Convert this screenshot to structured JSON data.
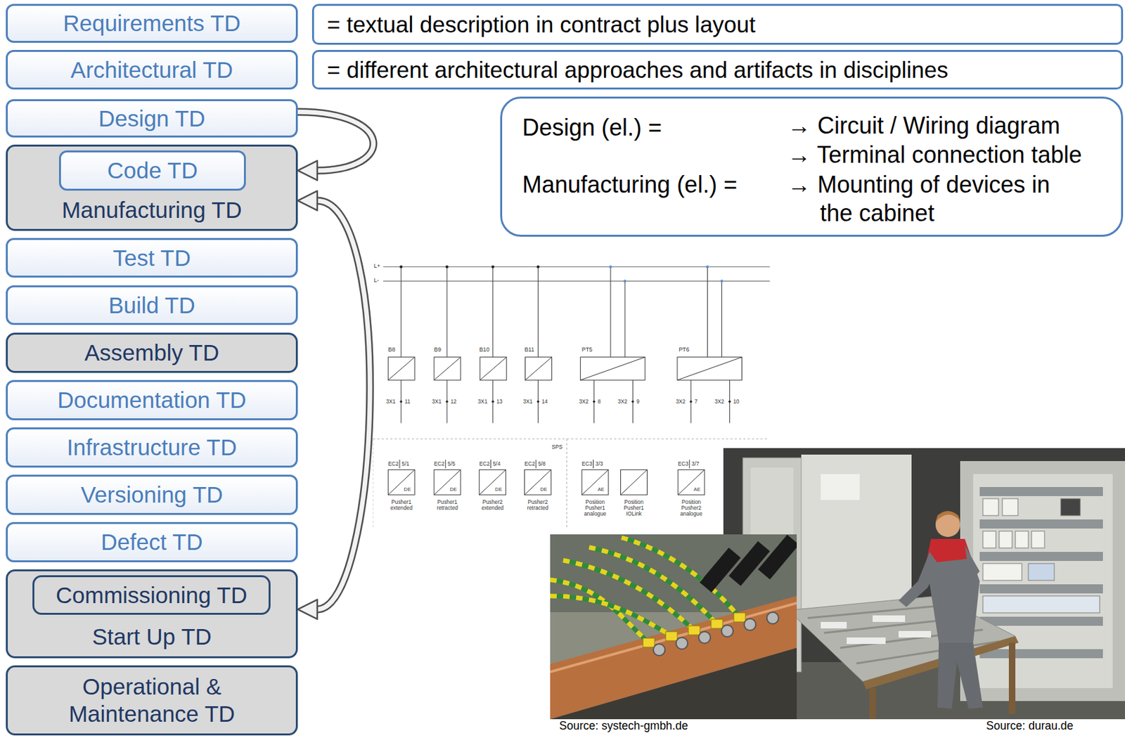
{
  "diagram": {
    "nodes": [
      {
        "text": [
          "Requirements TD"
        ]
      },
      {
        "text": [
          "= textual description in contract plus layout"
        ]
      },
      {
        "text": [
          "Architectural TD"
        ]
      },
      {
        "text": [
          "= different architectural approaches and artifacts in disciplines"
        ]
      },
      {
        "text": [
          "Design TD"
        ]
      },
      {
        "text": [
          "Design (el.) =",
          "→ Circuit / Wiring diagram",
          "→ Terminal connection table",
          "Manufacturing (el.) =",
          "→ Mounting of devices in the cabinet"
        ]
      },
      {
        "text": [
          "Manufacturing TD"
        ]
      },
      {
        "text": [
          "Code TD"
        ],
        "in": 6
      },
      {
        "text": [
          "Test TD"
        ]
      },
      {
        "text": [
          "Build TD"
        ]
      },
      {
        "text": [
          "Assembly TD"
        ]
      },
      {
        "text": [
          "Documentation TD"
        ]
      },
      {
        "text": [
          "Infrastructure TD"
        ]
      },
      {
        "text": [
          "Versioning TD"
        ]
      },
      {
        "text": [
          "Defect TD"
        ]
      },
      {
        "text": [
          "Start Up TD"
        ]
      },
      {
        "text": [
          "Commissioning TD"
        ],
        "in": 15
      },
      {
        "text": [
          "Operational & Maintenance TD"
        ]
      }
    ],
    "edges": [
      {
        "from": 4,
        "to": 6,
        "arrow": "to"
      },
      {
        "from": 6,
        "to": 15,
        "arrow": "both"
      }
    ],
    "labels": [
      "L+",
      "L-",
      "B8",
      "B9",
      "B10",
      "B11",
      "PT5",
      "PT6",
      "3X1",
      "11",
      "3X1",
      "12",
      "3X1",
      "13",
      "3X1",
      "14",
      "3X2",
      "8",
      "3X2",
      "9",
      "3X2",
      "7",
      "3X2",
      "10",
      "SPS",
      "EC2",
      "5/1",
      "DE",
      "Pusher1 extended",
      "EC2",
      "5/5",
      "DE",
      "Pusher1 retracted",
      "EC2",
      "5/4",
      "DE",
      "Pusher2 extended",
      "EC2",
      "5/8",
      "DE",
      "Pusher2 retracted",
      "EC3",
      "3/3",
      "AE",
      "Position Pusher1 analogue",
      "Position Pusher1 IOLink",
      "EC3",
      "3/7",
      "AE",
      "Position Pusher2 analogue",
      "Source: systech-gmbh.de",
      "Source: durau.de"
    ]
  }
}
